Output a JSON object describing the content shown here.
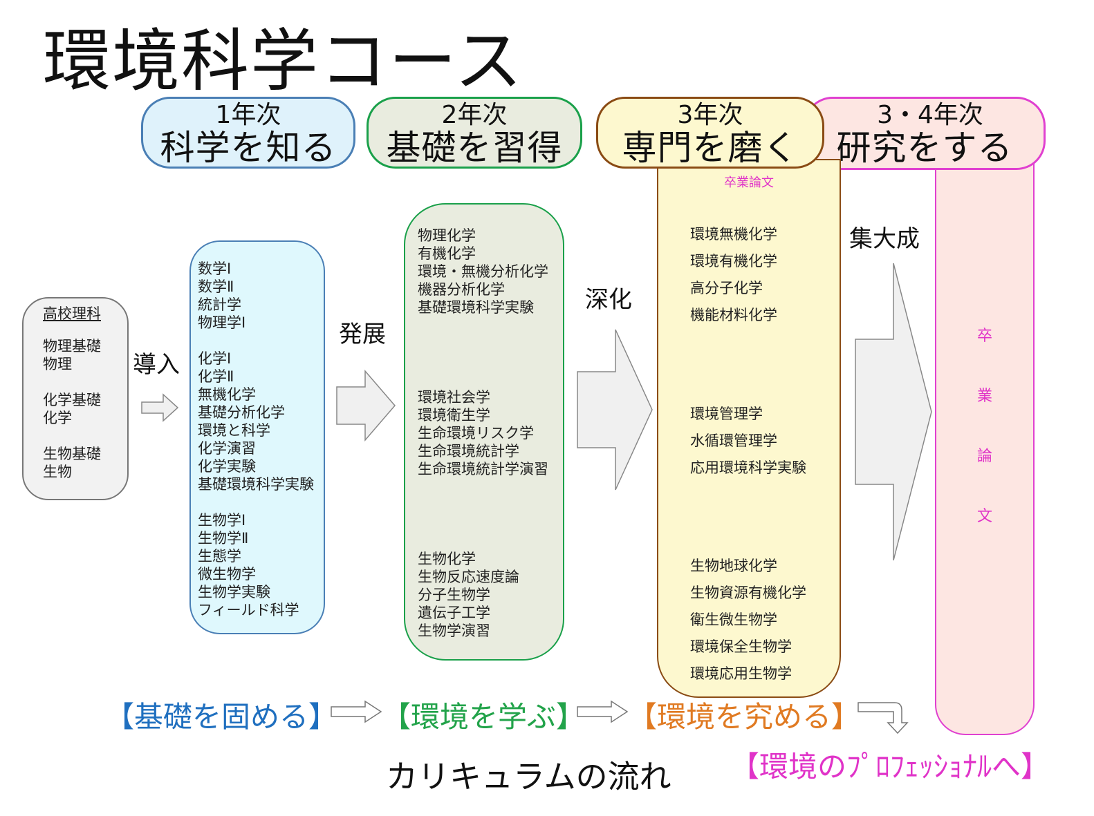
{
  "title": "環境科学コース",
  "years": [
    {
      "number": "1年次",
      "theme": "科学を知る",
      "border": "#4a7fb5",
      "fill": "#dff2fb"
    },
    {
      "number": "2年次",
      "theme": "基礎を習得",
      "border": "#1aa04a",
      "fill": "#e9ecdf"
    },
    {
      "number": "3年次",
      "theme": "専門を磨く",
      "border": "#8a4b14",
      "fill": "#fdf8cf"
    },
    {
      "number": "3・4年次",
      "theme": "研究をする",
      "border": "#e040d0",
      "fill": "#fde6e2"
    }
  ],
  "highschool": {
    "header": "高校理科",
    "groups": [
      [
        "物理基礎",
        "物理"
      ],
      [
        "化学基礎",
        "化学"
      ],
      [
        "生物基礎",
        "生物"
      ]
    ]
  },
  "stage_labels": {
    "intro": "導入",
    "develop": "発展",
    "deepen": "深化",
    "culminate": "集大成"
  },
  "year1": {
    "groups": [
      [
        "数学Ⅰ",
        "数学Ⅱ",
        "統計学",
        "物理学Ⅰ"
      ],
      [
        "化学Ⅰ",
        "化学Ⅱ",
        "無機化学",
        "基礎分析化学",
        "環境と科学",
        "化学演習",
        "化学実験",
        "基礎環境科学実験"
      ],
      [
        "生物学Ⅰ",
        "生物学Ⅱ",
        "生態学",
        "微生物学",
        "生物学実験",
        "フィールド科学"
      ]
    ]
  },
  "year2": {
    "groups": [
      [
        "物理化学",
        "有機化学",
        "環境・無機分析化学",
        "機器分析化学",
        "基礎環境科学実験"
      ],
      [
        "環境社会学",
        "環境衛生学",
        "生命環境リスク学",
        "生命環境統計学",
        "生命環境統計学演習"
      ],
      [
        "生物化学",
        "生物反応速度論",
        "分子生物学",
        "遺伝子工学",
        "生物学演習"
      ]
    ]
  },
  "year3": {
    "thesis_label": "卒業論文",
    "groups": [
      [
        "環境無機化学",
        "環境有機化学",
        "高分子化学",
        "機能材料化学"
      ],
      [
        "環境管理学",
        "水循環管理学",
        "応用環境科学実験"
      ],
      [
        "生物地球化学",
        "生物資源有機化学",
        "衛生微生物学",
        "環境保全生物学",
        "環境応用生物学"
      ]
    ]
  },
  "thesis_column": {
    "chars": [
      "卒",
      "業",
      "論",
      "文"
    ]
  },
  "bottom": {
    "phrase1": "【基礎を固める】",
    "phrase2": "【環境を学ぶ】",
    "phrase3": "【環境を究める】",
    "phrase4": "【環境のﾌﾟﾛﾌｪｯｼｮﾅﾙへ】",
    "footer": "カリキュラムの流れ",
    "colors": {
      "blue": "#1f6fbf",
      "green": "#22a34a",
      "orange": "#e07a22",
      "magenta": "#e033c8"
    }
  }
}
